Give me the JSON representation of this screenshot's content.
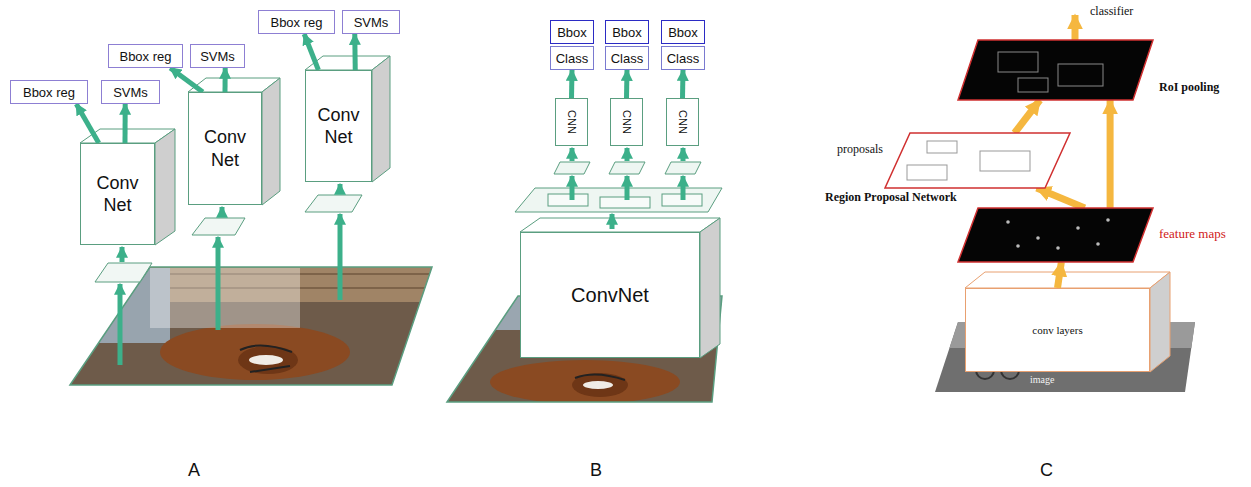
{
  "diagram": {
    "nodes": [
      {
        "text": [
          "Conv Net"
        ]
      },
      {
        "text": [
          "Bbox reg"
        ]
      },
      {
        "text": [
          "SVMs"
        ]
      },
      {
        "text": [
          "Conv Net"
        ]
      },
      {
        "text": [
          "Bbox reg"
        ]
      },
      {
        "text": [
          "SVMs"
        ]
      },
      {
        "text": [
          "Conv Net"
        ]
      },
      {
        "text": [
          "Bbox reg"
        ]
      },
      {
        "text": [
          "SVMs"
        ]
      },
      {
        "text": [
          "ConvNet"
        ]
      },
      {
        "text": [
          "CNN"
        ]
      },
      {
        "text": [
          "Class"
        ]
      },
      {
        "text": [
          "Bbox"
        ]
      },
      {
        "text": [
          "CNN"
        ]
      },
      {
        "text": [
          "Class"
        ]
      },
      {
        "text": [
          "Bbox"
        ]
      },
      {
        "text": [
          "CNN"
        ]
      },
      {
        "text": [
          "Class"
        ]
      },
      {
        "text": [
          "Bbox"
        ]
      },
      {
        "text": [
          "conv layers"
        ]
      },
      {
        "text": [
          "feature maps"
        ]
      },
      {
        "text": [
          "proposals"
        ]
      },
      {
        "text": [
          "RoI pooling"
        ]
      }
    ],
    "edges": [
      {
        "from": 0,
        "to": 1,
        "arrow": "to"
      },
      {
        "from": 0,
        "to": 2,
        "arrow": "to"
      },
      {
        "from": 3,
        "to": 4,
        "arrow": "to"
      },
      {
        "from": 3,
        "to": 5,
        "arrow": "to"
      },
      {
        "from": 6,
        "to": 7,
        "arrow": "to"
      },
      {
        "from": 6,
        "to": 8,
        "arrow": "to"
      },
      {
        "from": 10,
        "to": 11,
        "arrow": "to"
      },
      {
        "from": 13,
        "to": 14,
        "arrow": "to"
      },
      {
        "from": 16,
        "to": 17,
        "arrow": "to"
      },
      {
        "from": 19,
        "to": 20,
        "arrow": "to"
      },
      {
        "from": 20,
        "to": 21,
        "arrow": "to"
      },
      {
        "from": 20,
        "to": 22,
        "arrow": "to"
      },
      {
        "from": 21,
        "to": 22,
        "arrow": "to"
      }
    ],
    "labels": [
      "Region Proposal Network",
      "classifier",
      "image",
      "A",
      "B",
      "C"
    ]
  }
}
